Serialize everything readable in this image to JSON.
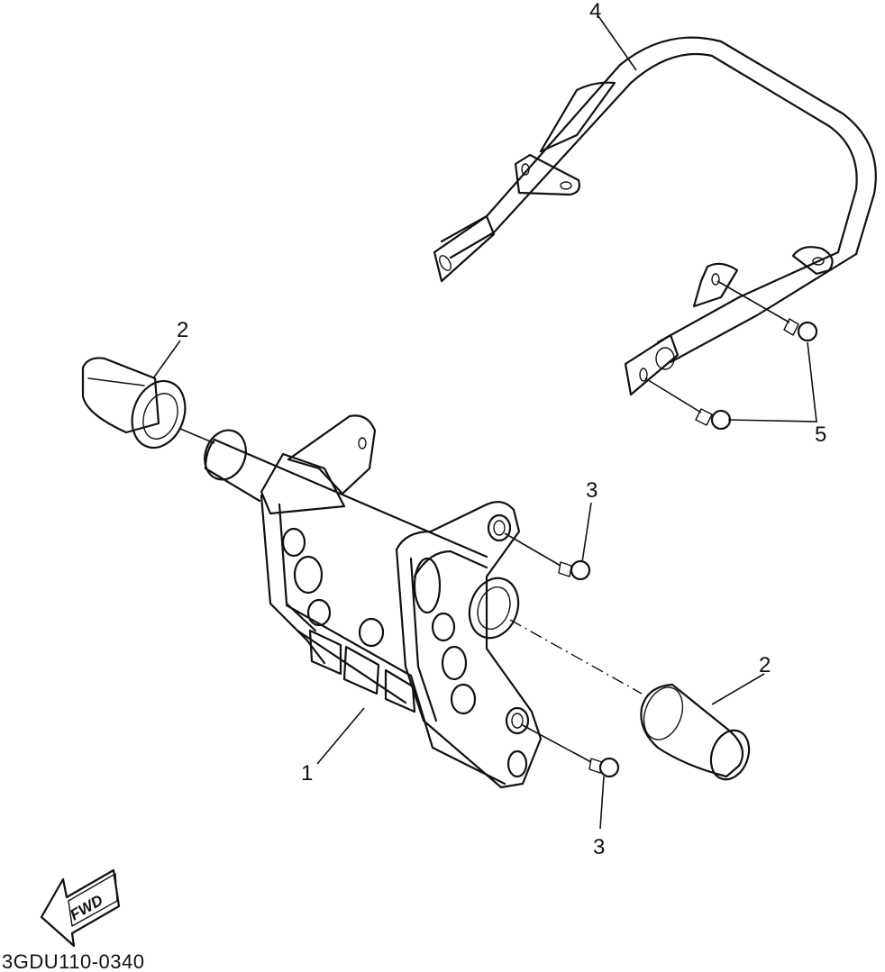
{
  "diagram": {
    "code": "3GDU110-0340",
    "fwd_label": "FWD"
  },
  "callouts": [
    {
      "id": "c1",
      "label": "1",
      "part": "guard-bracket"
    },
    {
      "id": "c2a",
      "label": "2",
      "part": "end-cap"
    },
    {
      "id": "c2b",
      "label": "2",
      "part": "end-cap"
    },
    {
      "id": "c3a",
      "label": "3",
      "part": "bolt"
    },
    {
      "id": "c3b",
      "label": "3",
      "part": "bolt"
    },
    {
      "id": "c4",
      "label": "4",
      "part": "grab-bar"
    },
    {
      "id": "c5",
      "label": "5",
      "part": "bolt"
    }
  ],
  "colors": {
    "line": "#111111",
    "background": "#ffffff"
  }
}
